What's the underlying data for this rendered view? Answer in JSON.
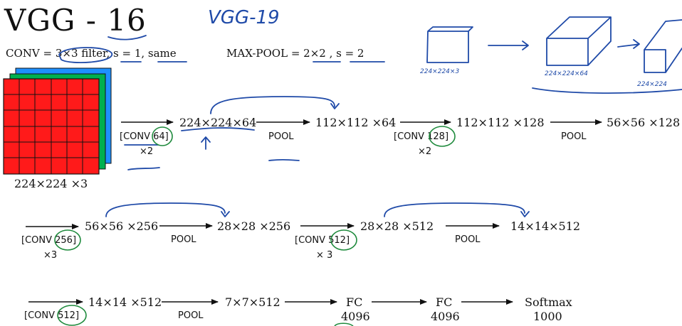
{
  "title": "VGG - 16",
  "handwritten_title": "VGG-19",
  "conv_def": "CONV = 3×3 filter, s = 1, same",
  "pool_def": "MAX-POOL = 2×2 , s = 2",
  "input_label": "224×224 ×3",
  "sketch_labels": [
    "224×224×3",
    "224×224×64",
    "224×224"
  ],
  "row1": {
    "conv1_line1": "[CONV 64]",
    "conv1_line2": "×2",
    "size_a": "224×224×64",
    "pool_a": "POOL",
    "size_b": "112×112 ×64",
    "conv2_line1": "[CONV 128]",
    "conv2_line2": "×2",
    "size_c": "112×112 ×128",
    "pool_b": "POOL",
    "size_d": "56×56 ×128"
  },
  "row2": {
    "conv3_line1": "[CONV 256]",
    "conv3_line2": "×3",
    "size_a": "56×56 ×256",
    "pool_a": "POOL",
    "size_b": "28×28 ×256",
    "conv4_line1": "[CONV 512]",
    "conv4_line2": "× 3",
    "size_c": "28×28 ×512",
    "pool_b": "POOL",
    "size_d": "14×14×512"
  },
  "row3": {
    "conv5_line1": "[CONV 512]",
    "size_a": "14×14 ×512",
    "pool_a": "POOL",
    "size_b": "7×7×512",
    "fc1": "FC",
    "fc1_units": "4096",
    "fc2": "FC",
    "fc2_units": "4096",
    "softmax": "Softmax",
    "softmax_units": "1000"
  },
  "colors": {
    "ink": "#111111",
    "handwriting_blue": "#1f4aa8",
    "handwriting_green": "#1e8a3c",
    "cube_red": "#ff1a1a",
    "cube_green": "#00b050",
    "cube_blue": "#1e90ff"
  }
}
